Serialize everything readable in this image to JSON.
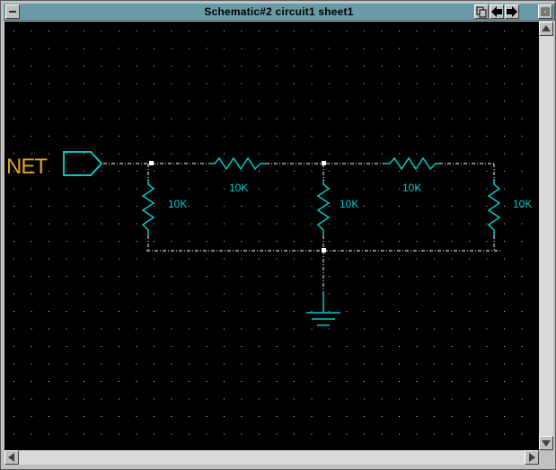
{
  "window": {
    "title": "Schematic#2 circuit1 sheet1",
    "titlebar_color": "#6a9aa5"
  },
  "canvas": {
    "background": "#000000",
    "grid_dot_color": "#c8c8c8",
    "wire_color": "#ffffff",
    "component_color": "#00c8c8",
    "port_color": "#00c8c8",
    "port_label_color": "#e0a020"
  },
  "schematic": {
    "port_label": "NET",
    "resistors": [
      {
        "id": "R1",
        "value": "10K",
        "orientation": "vertical"
      },
      {
        "id": "R2",
        "value": "10K",
        "orientation": "horizontal"
      },
      {
        "id": "R3",
        "value": "10K",
        "orientation": "vertical"
      },
      {
        "id": "R4",
        "value": "10K",
        "orientation": "horizontal"
      },
      {
        "id": "R5",
        "value": "10K",
        "orientation": "vertical"
      }
    ],
    "ground_symbol": "ground-icon"
  }
}
